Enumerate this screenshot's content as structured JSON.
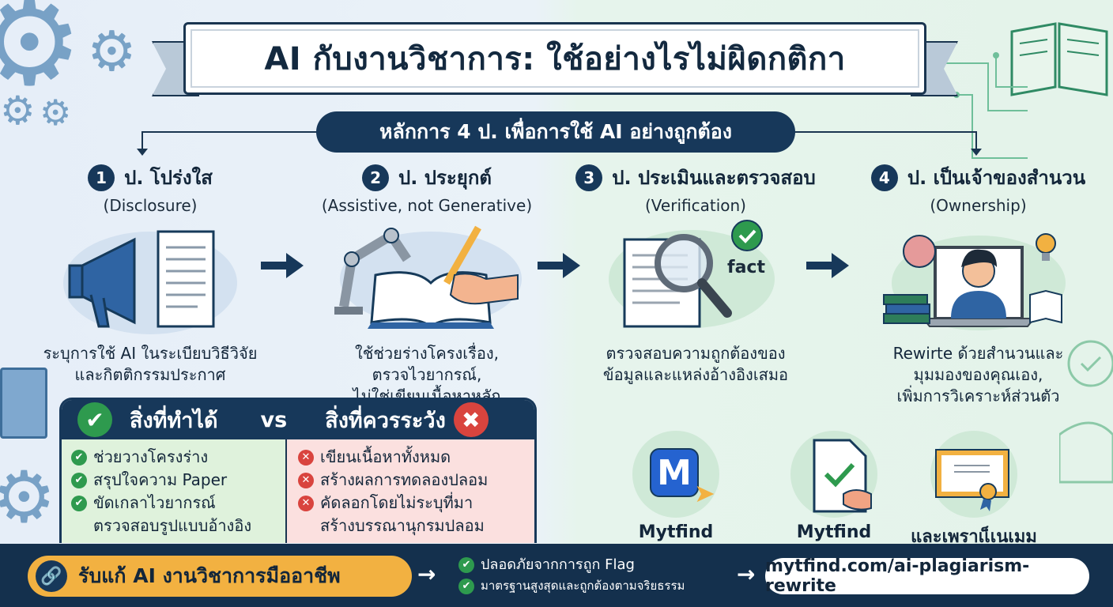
{
  "title": "AI กับงานวิชาการ: ใช้อย่างไรไม่ผิดกติกา",
  "subtitle": "หลักการ 4 ป. เพื่อการใช้ AI อย่างถูกต้อง",
  "principles": [
    {
      "number": "1",
      "title": "ป. โปร่งใส",
      "english": "(Disclosure)",
      "description": [
        "ระบุการใช้ AI ในระเบียบวิธีวิจัย",
        "และกิตติกรรมประกาศ"
      ],
      "icon": "megaphone-document-icon"
    },
    {
      "number": "2",
      "title": "ป. ประยุกต์",
      "english": "(Assistive, not Generative)",
      "description": [
        "ใช้ช่วยร่างโครงเรื่อง,",
        "ตรวจไวยากรณ์,",
        "ไม่ใช่เขียนเนื้อหาหลัก"
      ],
      "icon": "robot-arm-book-icon"
    },
    {
      "number": "3",
      "title": "ป. ประเมินและตรวจสอบ",
      "english": "(Verification)",
      "description": [
        "ตรวจสอบความถูกต้องของ",
        "ข้อมูลและแหล่งอ้างอิงเสมอ"
      ],
      "icon": "magnifier-fact-icon",
      "icon_label": "fact"
    },
    {
      "number": "4",
      "title": "ป. เป็นเจ้าของสำนวน",
      "english": "(Ownership)",
      "description": [
        "Rewirte ด้วยสำนวนและ",
        "มุมมองของคุณเอง,",
        "เพิ่มการวิเคราะห์ส่วนตัว"
      ],
      "icon": "person-laptop-icon"
    }
  ],
  "comparison": {
    "do_title": "สิ่งที่ทำได้",
    "vs": "vs",
    "dont_title": "สิ่งที่ควรระวัง",
    "do_items": [
      "ช่วยวางโครงร่าง",
      "สรุปใจความ Paper",
      "ขัดเกลาไวยากรณ์",
      "ตรวจสอบรูปแบบอ้างอิง"
    ],
    "dont_items": [
      "เขียนเนื้อหาทั้งหมด",
      "สร้างผลการทดลองปลอม",
      "คัดลอกโดยไม่ระบุที่มา",
      "สร้างบรรณานุกรมปลอม"
    ]
  },
  "badges": [
    {
      "label": "Mytfind",
      "icon": "mytfind-logo-icon",
      "logo_letter": "M"
    },
    {
      "label": "Mytfind",
      "icon": "document-check-handshake-icon"
    },
    {
      "label": "และเพราเเ็เนเมม",
      "icon": "certificate-icon"
    }
  ],
  "footer": {
    "cta": "รับแก้ AI งานวิชาการมืออาชีพ",
    "checks": [
      "ปลอดภัยจากการถูก Flag",
      "มาตรฐานสูงสุดและถูกต้องตามจริยธรรม"
    ],
    "url": "mytfind.com/ai-plagiarism-rewrite"
  },
  "colors": {
    "navy": "#17385a",
    "orange": "#f2b141",
    "green": "#2e9a4e",
    "red": "#d9443e",
    "bg_left": "#e6eef8",
    "bg_right": "#e4f3ea"
  }
}
